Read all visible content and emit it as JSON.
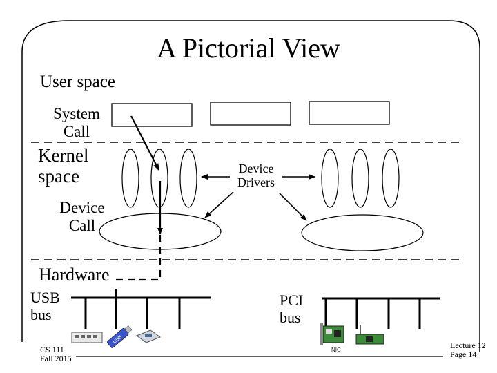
{
  "slide": {
    "title": "A Pictorial View",
    "user_space_label": "User space",
    "system_call_label": "System Call",
    "kernel_space_label": "Kernel space",
    "device_call_label": "Device Call",
    "hardware_label": "Hardware",
    "usb_bus_label": "USB bus",
    "device_drivers_label": "Device Drivers",
    "pci_bus_label": "PCI bus",
    "nic_label": "NIC",
    "usb_stick_label": "USB",
    "footer_course": "CS 111\nFall 2015",
    "footer_lecture": "Lecture 12\nPage 14"
  },
  "colors": {
    "line": "#000000",
    "device_green": "#3d8a3a",
    "device_blue": "#3a55c8",
    "background": "#ffffff"
  }
}
